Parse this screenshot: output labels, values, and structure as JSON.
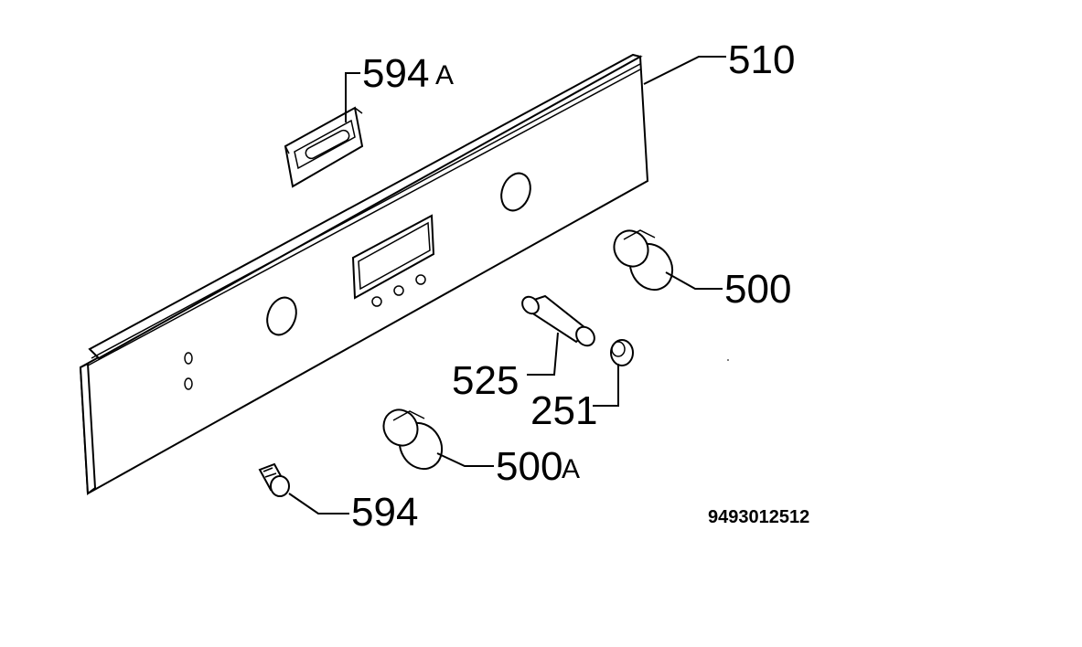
{
  "labels": {
    "p510": "510",
    "p594a_num": "594",
    "p594a_suffix": "A",
    "p500": "500",
    "p525": "525",
    "p251": "251",
    "p500a_num": "500",
    "p500a_suffix": "A",
    "p594": "594"
  },
  "reference_number": "9493012512"
}
